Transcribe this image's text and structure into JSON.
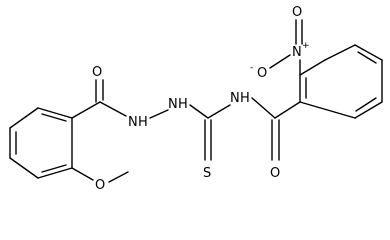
{
  "molecule": {
    "atom_labels": {
      "o_carbonyl_left": "O",
      "nh_hydrazide_1": "N",
      "h_hydrazide_1": "H",
      "nh_hydrazide_2": "N",
      "h_hydrazide_2": "H",
      "o_methoxy": "O",
      "s_thione": "S",
      "nh_amide": "N",
      "h_amide": "H",
      "o_carbonyl_right": "O",
      "n_nitro": "N",
      "n_nitro_charge": "+",
      "o_nitro_top": "O",
      "o_nitro_left": "O",
      "o_nitro_left_charge": "-"
    }
  }
}
